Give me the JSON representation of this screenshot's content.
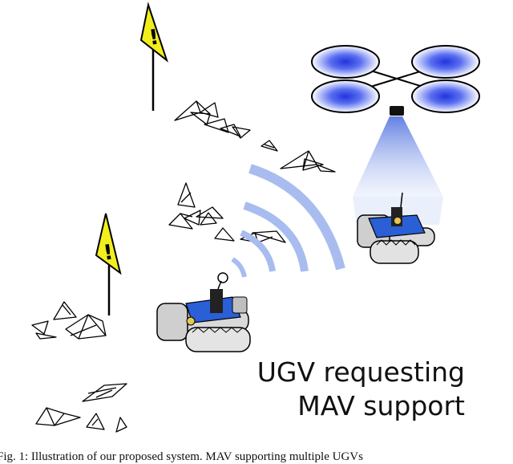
{
  "figure": {
    "label_lines": [
      "UGV requesting",
      "MAV support"
    ],
    "caption": "Fig. 1: Illustration of our proposed system. MAV supporting multiple UGVs",
    "warning_sign_symbol": "!",
    "icons": {
      "warning": "warning-sign-icon",
      "drone": "quadcopter-icon",
      "robot": "tracked-robot-icon",
      "signal": "wireless-signal-icon",
      "rubble": "rubble-icon"
    },
    "colors": {
      "warning_fill": "#f2ee1e",
      "robot_body": "#2a5fd6",
      "rotor_glow": "#3a4fe0",
      "spotlight": "#8ea6ee",
      "signal_arc": "#9fb4ec"
    }
  }
}
